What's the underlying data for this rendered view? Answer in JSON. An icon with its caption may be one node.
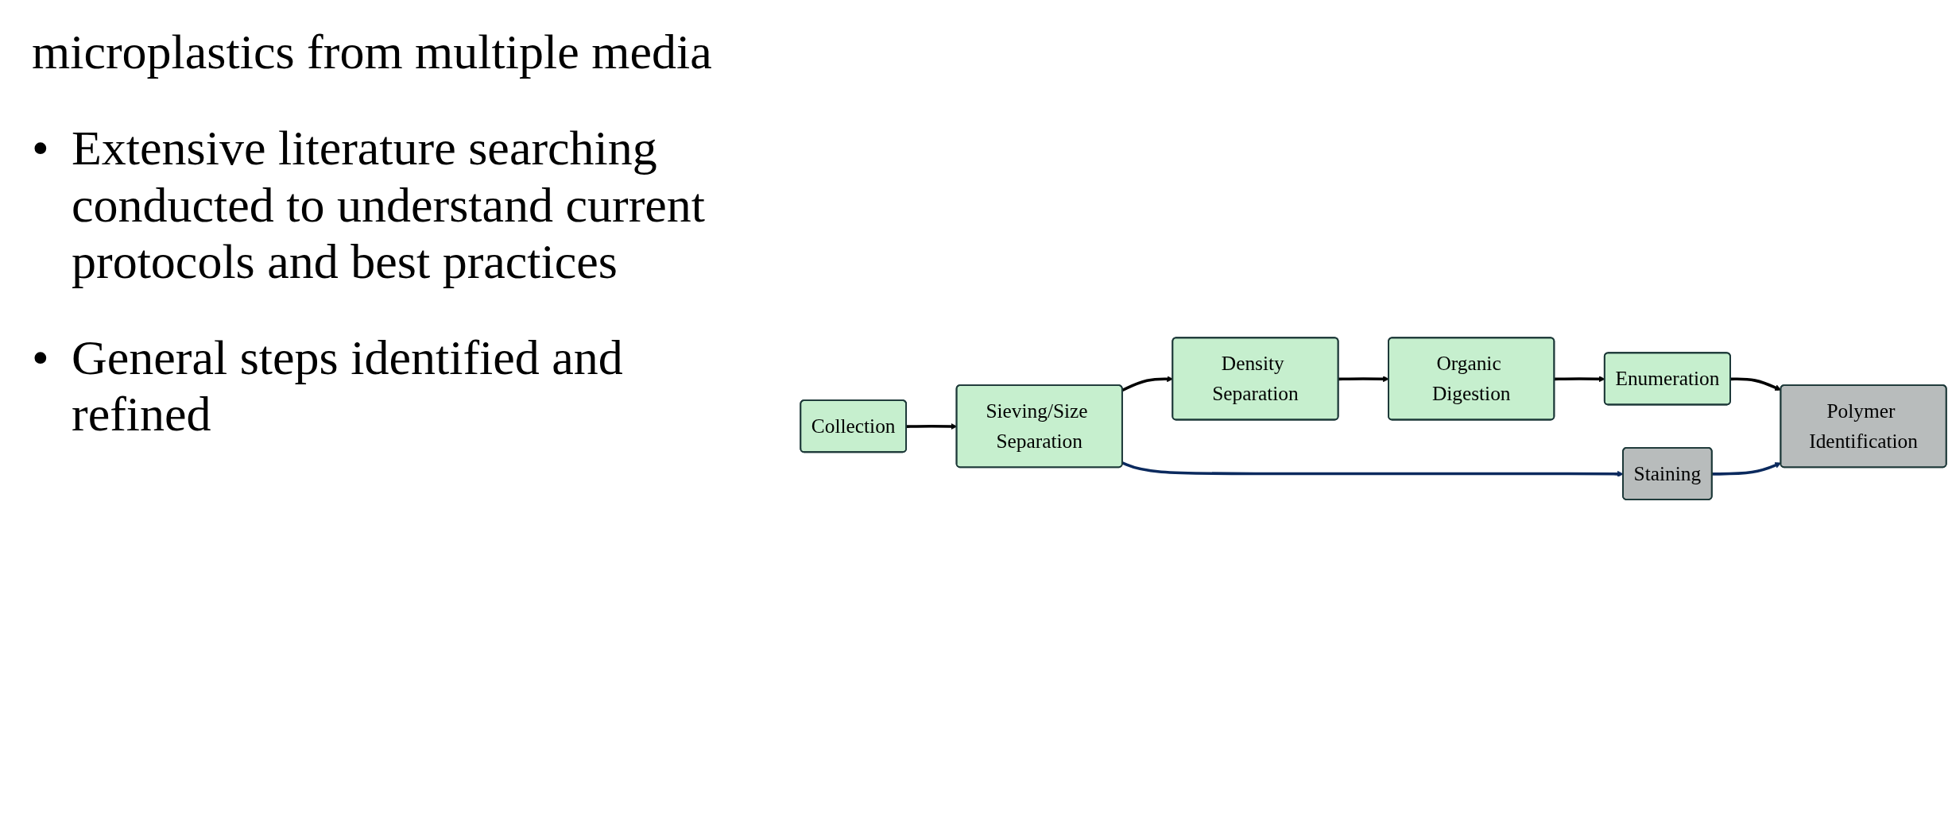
{
  "diagram": {
    "nodes": [
      {
        "text": [
          "Collection"
        ]
      },
      {
        "text": [
          "Sieving/Size Separation"
        ]
      },
      {
        "text": [
          "Density Separation"
        ]
      },
      {
        "text": [
          "Organic Digestion"
        ]
      },
      {
        "text": [
          "Enumeration"
        ]
      },
      {
        "text": [
          "Polymer Identification"
        ]
      },
      {
        "text": [
          "Staining"
        ]
      }
    ],
    "edges": [
      {
        "from": 0,
        "to": 1,
        "arrow": "to"
      },
      {
        "from": 1,
        "to": 2,
        "arrow": "to"
      },
      {
        "from": 2,
        "to": 3,
        "arrow": "to"
      },
      {
        "from": 3,
        "to": 4,
        "arrow": "to"
      },
      {
        "from": 4,
        "to": 5,
        "arrow": "to"
      },
      {
        "from": 1,
        "to": 6,
        "arrow": "to",
        "color": "#0b2a5e"
      },
      {
        "from": 6,
        "to": 5,
        "arrow": "to",
        "color": "#0b2a5e"
      }
    ],
    "labels": [
      "microplastics from multiple media",
      "•",
      "Extensive literature searching conducted to understand current protocols and best practices",
      "•",
      "General steps identified and refined"
    ]
  }
}
